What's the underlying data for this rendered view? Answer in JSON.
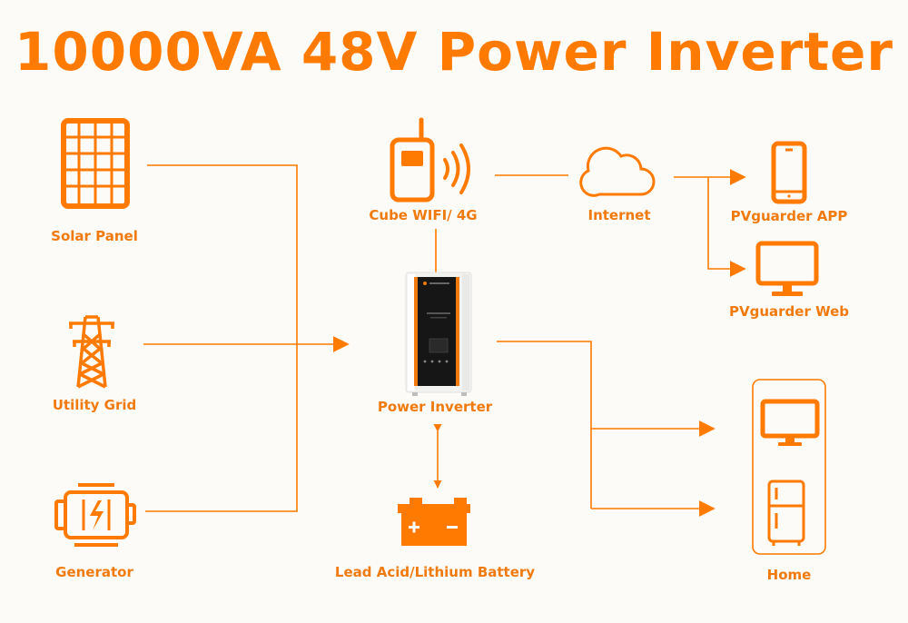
{
  "title": "10000VA 48V Power Inverter",
  "nodes": {
    "solar_panel": "Solar Panel",
    "utility_grid": "Utility Grid",
    "generator": "Generator",
    "cube": "Cube WIFI/  4G",
    "internet": "Internet",
    "app": "PVguarder  APP",
    "web": "PVguarder  Web",
    "inverter": "Power Inverter",
    "battery": "Lead Acid/Lithium Battery",
    "home": "Home"
  },
  "colors": {
    "accent": "#ff7a00",
    "background": "#fdfbf8"
  }
}
